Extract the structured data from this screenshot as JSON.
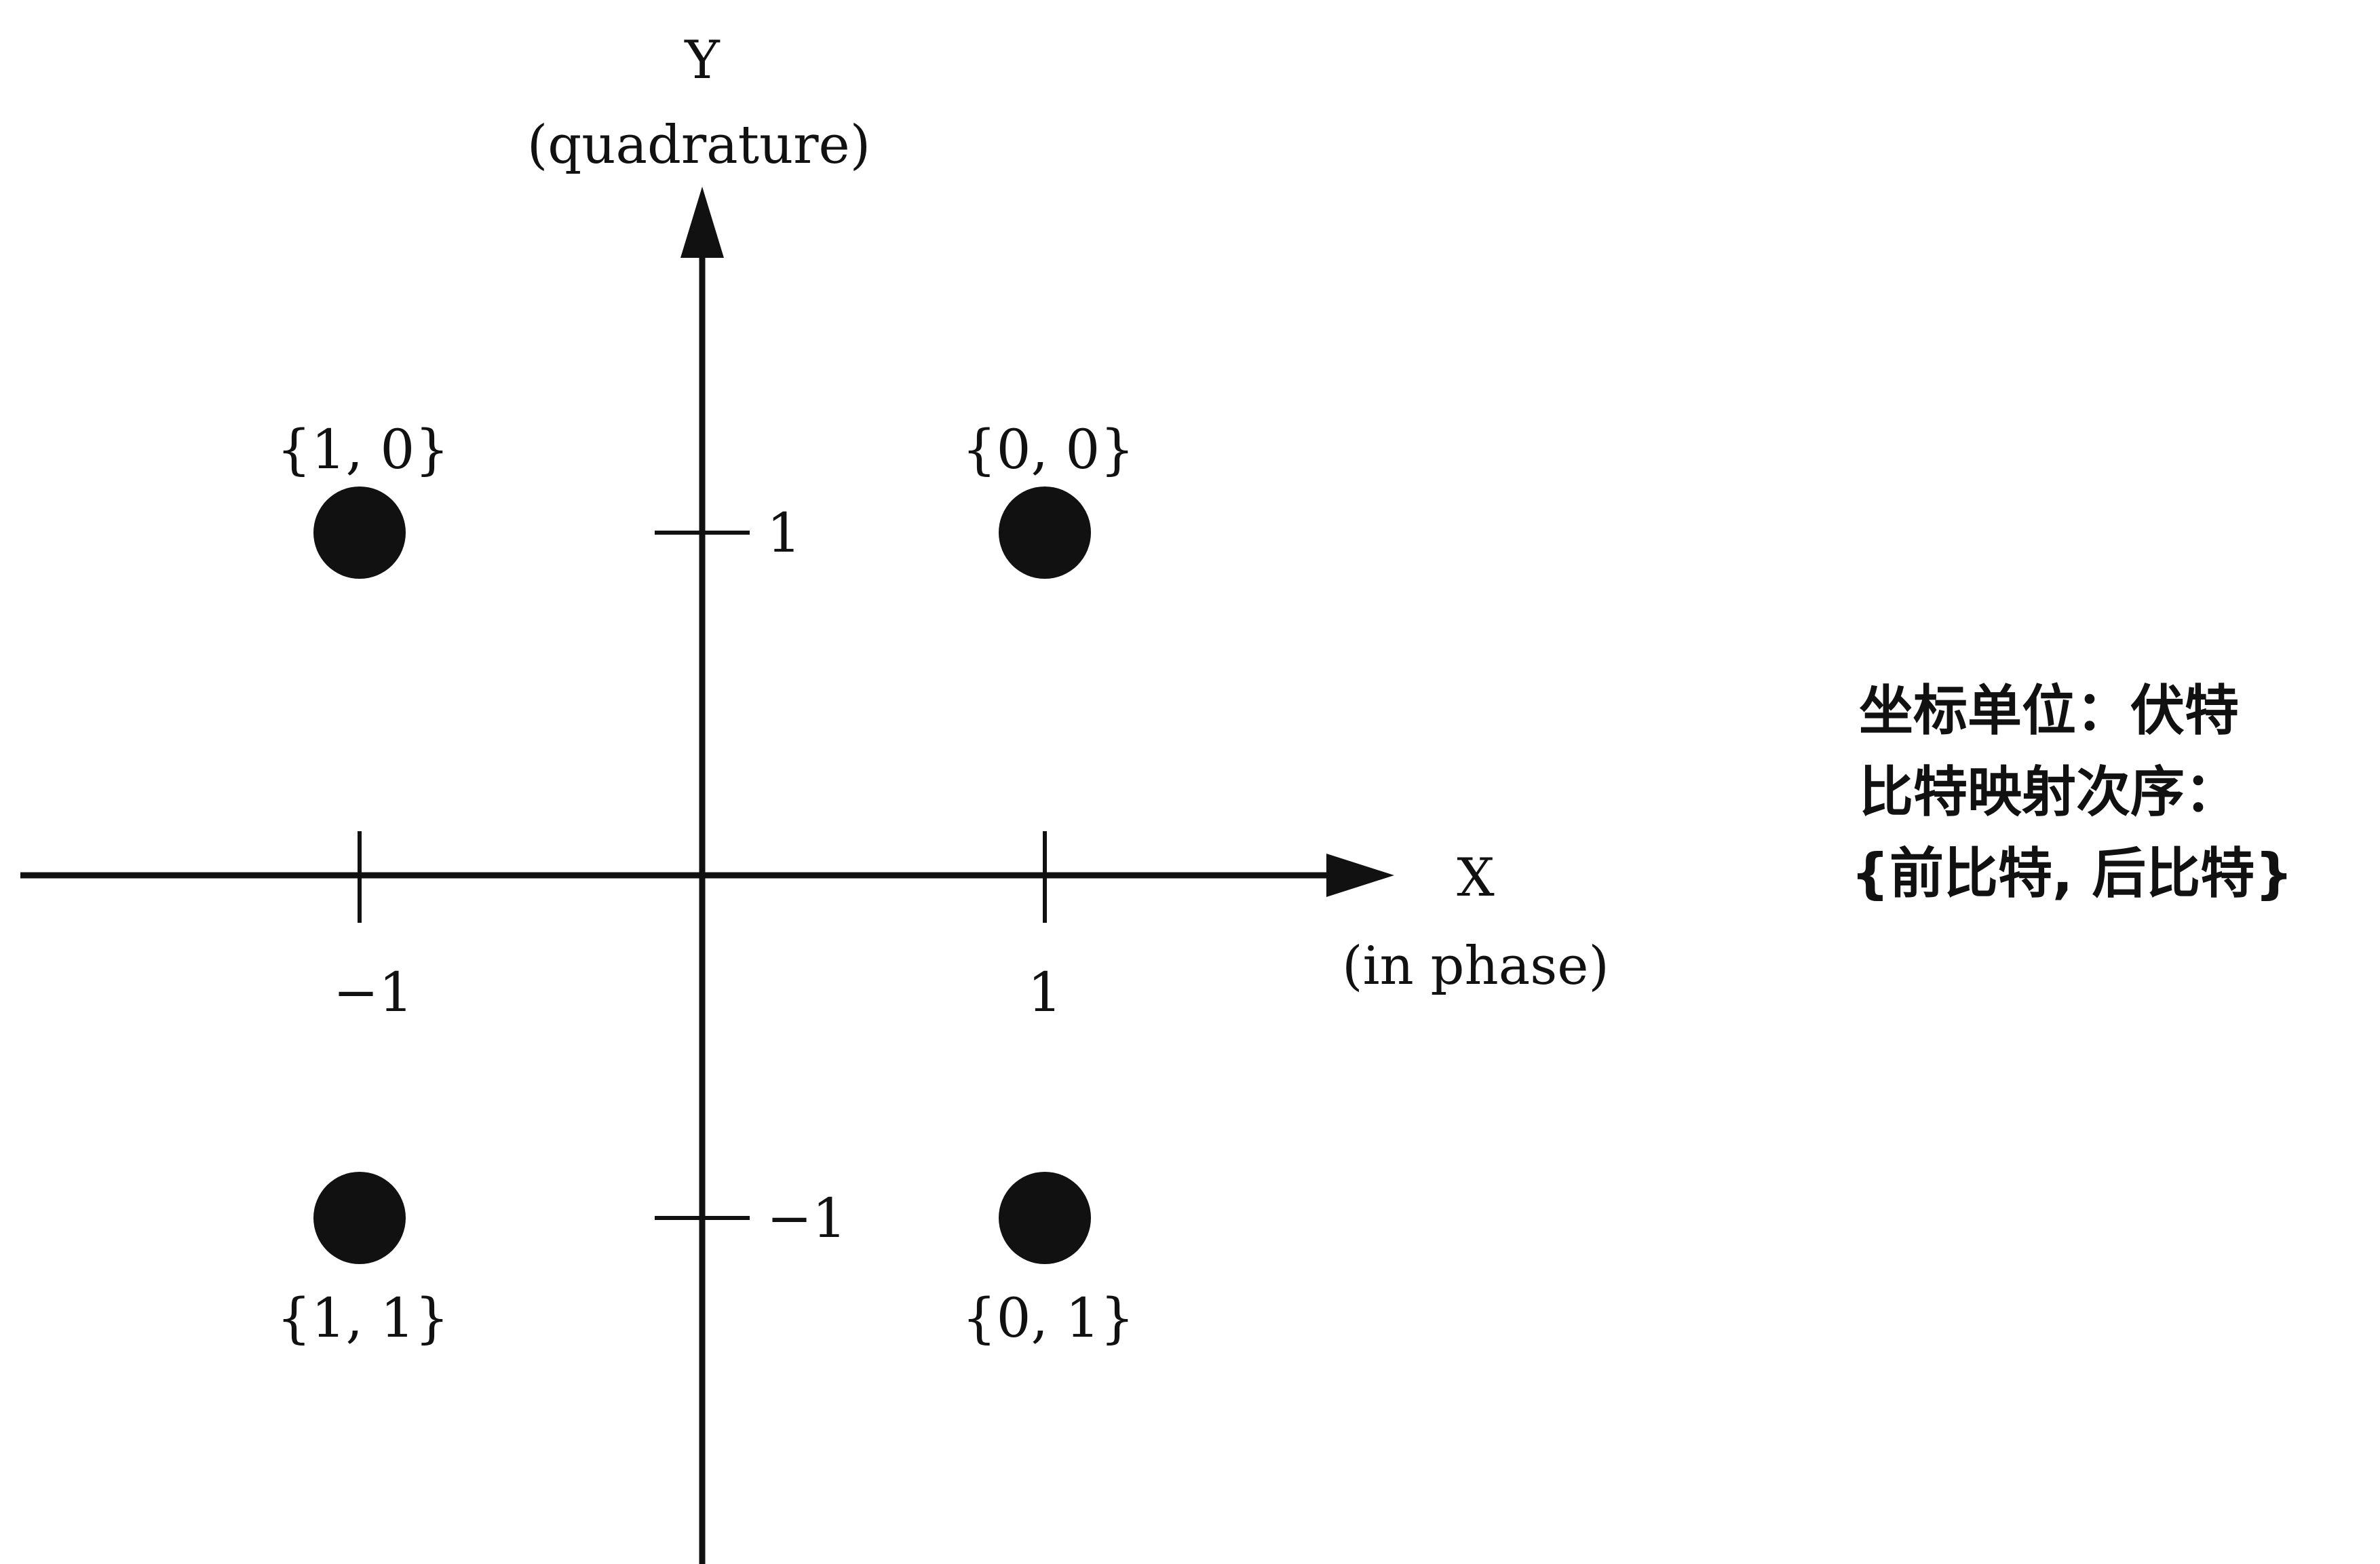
{
  "axes": {
    "x": {
      "name": "X",
      "caption": "(in phase)",
      "ticks": [
        {
          "value": -1,
          "label": "−1"
        },
        {
          "value": 1,
          "label": "1"
        }
      ]
    },
    "y": {
      "name": "Y",
      "caption": "(quadrature)",
      "ticks": [
        {
          "value": 1,
          "label": "1"
        },
        {
          "value": -1,
          "label": "−1"
        }
      ]
    }
  },
  "constellation_points": [
    {
      "x": -1,
      "y": 1,
      "label": "{1, 0}",
      "label_side": "above"
    },
    {
      "x": 1,
      "y": 1,
      "label": "{0, 0}",
      "label_side": "above"
    },
    {
      "x": -1,
      "y": -1,
      "label": "{1, 1}",
      "label_side": "below"
    },
    {
      "x": 1,
      "y": -1,
      "label": "{0, 1}",
      "label_side": "below"
    }
  ],
  "notes": {
    "unit_line": "坐标单位：伏特",
    "order_line": "比特映射次序：",
    "order_value": "{前比特, 后比特}"
  },
  "colors": {
    "ink": "#111111"
  }
}
